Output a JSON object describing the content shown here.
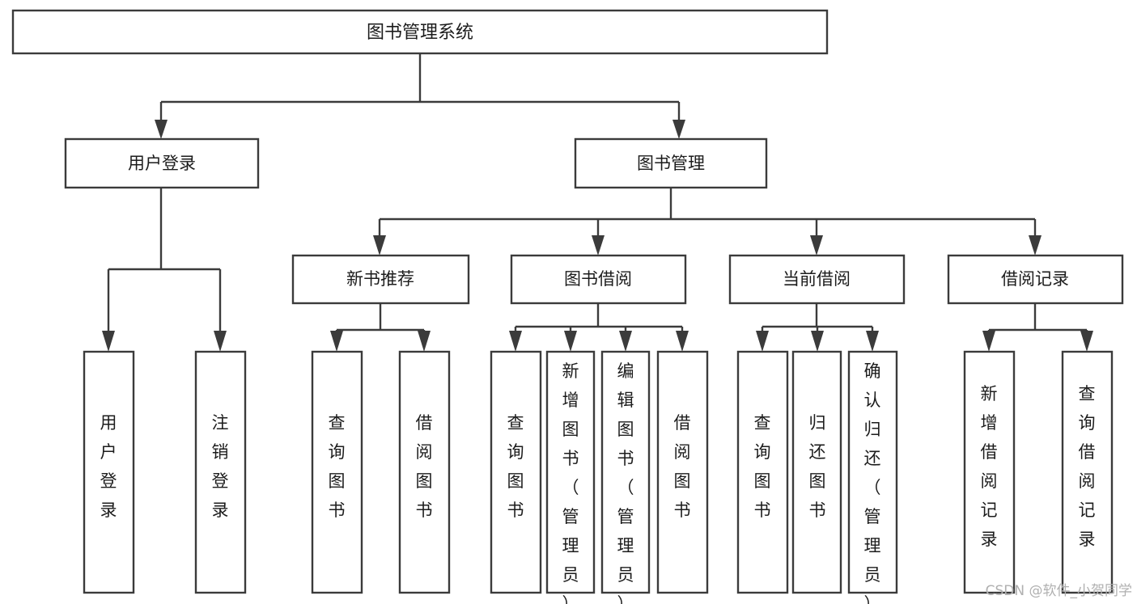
{
  "diagram": {
    "title": "图书管理系统",
    "type": "tree-hierarchy",
    "root": {
      "label": "图书管理系统"
    },
    "level2": [
      {
        "label": "用户登录"
      },
      {
        "label": "图书管理"
      }
    ],
    "level3": [
      {
        "label": "新书推荐"
      },
      {
        "label": "图书借阅"
      },
      {
        "label": "当前借阅"
      },
      {
        "label": "借阅记录"
      }
    ],
    "leaves": {
      "user_login": [
        {
          "label": "用户登录"
        },
        {
          "label": "注销登录"
        }
      ],
      "new_book_recommend": [
        {
          "label": "查询图书"
        },
        {
          "label": "借阅图书"
        }
      ],
      "book_borrow": [
        {
          "label": "查询图书"
        },
        {
          "label": "新增图书（管理员）"
        },
        {
          "label": "编辑图书（管理员）"
        },
        {
          "label": "借阅图书"
        }
      ],
      "current_borrow": [
        {
          "label": "查询图书"
        },
        {
          "label": "归还图书"
        },
        {
          "label": "确认归还（管理员）"
        }
      ],
      "borrow_record": [
        {
          "label": "新增借阅记录"
        },
        {
          "label": "查询借阅记录"
        }
      ]
    }
  },
  "watermark": {
    "text": "CSDN @软件_小贺同学"
  },
  "colors": {
    "box_stroke": "#3b3b3b",
    "box_fill": "#ffffff",
    "text": "#1c1c1c",
    "watermark": "#b0b0b0",
    "background": "#ffffff"
  }
}
